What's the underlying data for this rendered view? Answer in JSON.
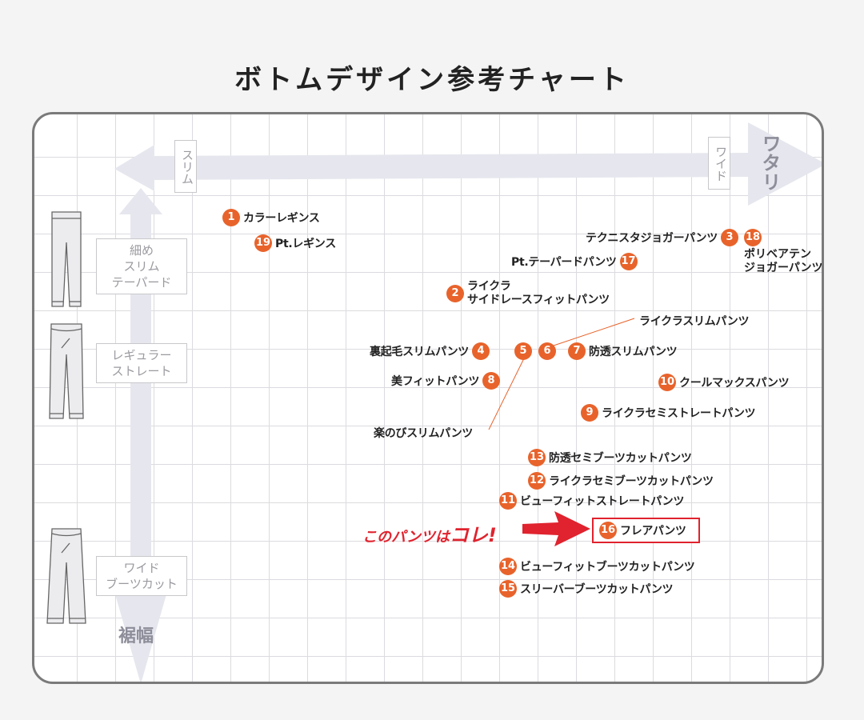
{
  "title": "ボトムデザイン参考チャート",
  "axes": {
    "width_title": "ワタリ",
    "width_slim": "スリム",
    "width_wide": "ワイド",
    "hem_title": "裾幅",
    "categories": [
      {
        "line1": "細め",
        "line2": "スリム",
        "line3": "テーパード"
      },
      {
        "line1": "レギュラー",
        "line2": "ストレート"
      },
      {
        "line1": "ワイド",
        "line2": "ブーツカット"
      }
    ]
  },
  "items": [
    {
      "num": "1",
      "label": "カラーレギンス"
    },
    {
      "num": "19",
      "label": "Pt.レギンス"
    },
    {
      "num": "3",
      "label": "テクニスタジョガーパンツ"
    },
    {
      "num": "18",
      "label_line1": "ポリベアテン",
      "label_line2": "ジョガーパンツ"
    },
    {
      "num": "17",
      "label": "Pt.テーパードパンツ"
    },
    {
      "num": "2",
      "label_line1": "ライクラ",
      "label_line2": "サイドレースフィットパンツ"
    },
    {
      "num": "4",
      "label": "裏起毛スリムパンツ"
    },
    {
      "num": "5",
      "label": "楽のびスリムパンツ"
    },
    {
      "num": "6",
      "label": "ライクラスリムパンツ"
    },
    {
      "num": "7",
      "label": "防透スリムパンツ"
    },
    {
      "num": "8",
      "label": "美フィットパンツ"
    },
    {
      "num": "10",
      "label": "クールマックスパンツ"
    },
    {
      "num": "9",
      "label": "ライクラセミストレートパンツ"
    },
    {
      "num": "13",
      "label": "防透セミブーツカットパンツ"
    },
    {
      "num": "12",
      "label": "ライクラセミブーツカットパンツ"
    },
    {
      "num": "11",
      "label": "ビューフィットストレートパンツ"
    },
    {
      "num": "16",
      "label": "フレアパンツ"
    },
    {
      "num": "14",
      "label": "ビューフィットブーツカットパンツ"
    },
    {
      "num": "15",
      "label": "スリーバーブーツカットパンツ"
    }
  ],
  "callout": {
    "text": "このパンツは",
    "emphasis": "コレ!"
  },
  "colors": {
    "badge": "#e8632b",
    "accent_red": "#e0232e",
    "arrow_gray": "#e6e7ee",
    "axis_text": "#8d8e9a"
  }
}
